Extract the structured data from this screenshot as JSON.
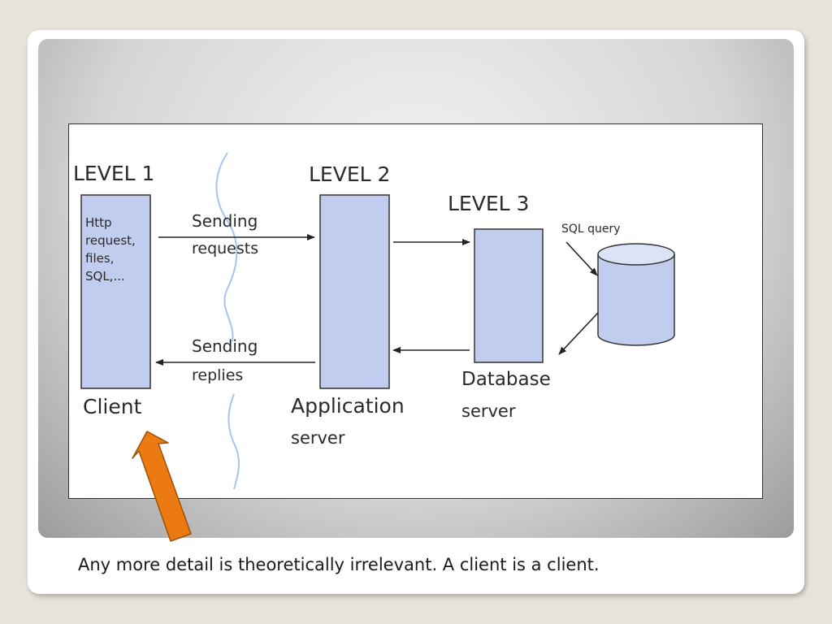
{
  "diagram": {
    "level1_label": "LEVEL 1",
    "level2_label": "LEVEL 2",
    "level3_label": "LEVEL 3",
    "client_box_lines": [
      "Http",
      "request,",
      "files,",
      "SQL,..."
    ],
    "client_label": "Client",
    "sending_requests_line1": "Sending",
    "sending_requests_line2": "requests",
    "sending_replies_line1": "Sending",
    "sending_replies_line2": "replies",
    "app_server_line1": "Application",
    "app_server_line2": "server",
    "db_server_line1": "Database",
    "db_server_line2": "server",
    "sql_query_label": "SQL query"
  },
  "caption": "Any more detail is theoretically irrelevant. A client is a client.",
  "colors": {
    "box_fill": "#c0cdee",
    "pointer_arrow": "#ec7a12",
    "divider_line": "#a9c3ea"
  }
}
